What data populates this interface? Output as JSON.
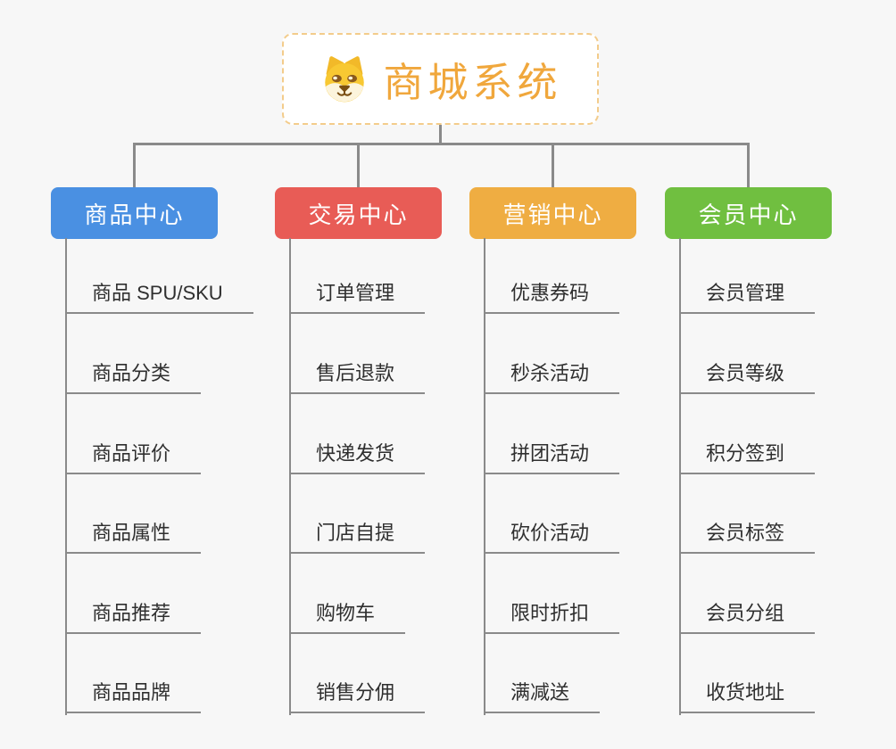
{
  "root": {
    "title": "商城系统",
    "icon": "doge-icon",
    "title_color": "#f0a73c",
    "border_color": "#f3cc8b"
  },
  "line_color": "#8a8a8a",
  "background_color": "#f7f7f7",
  "branches": [
    {
      "label": "商品中心",
      "color": "#4a90e2",
      "items": [
        "商品 SPU/SKU",
        "商品分类",
        "商品评价",
        "商品属性",
        "商品推荐",
        "商品品牌"
      ]
    },
    {
      "label": "交易中心",
      "color": "#e85c56",
      "items": [
        "订单管理",
        "售后退款",
        "快递发货",
        "门店自提",
        "购物车",
        "销售分佣"
      ]
    },
    {
      "label": "营销中心",
      "color": "#efad42",
      "items": [
        "优惠券码",
        "秒杀活动",
        "拼团活动",
        "砍价活动",
        "限时折扣",
        "满减送"
      ]
    },
    {
      "label": "会员中心",
      "color": "#70bf40",
      "items": [
        "会员管理",
        "会员等级",
        "积分签到",
        "会员标签",
        "会员分组",
        "收货地址"
      ]
    }
  ]
}
